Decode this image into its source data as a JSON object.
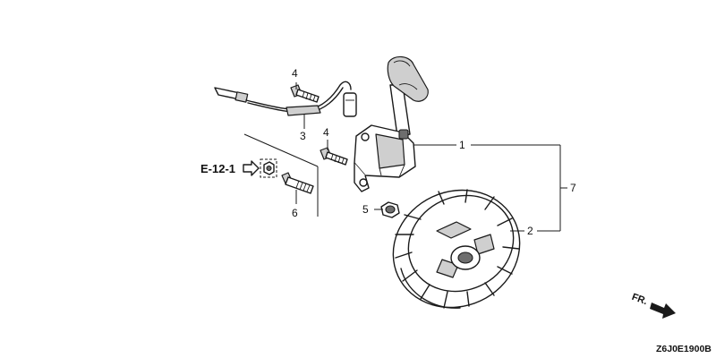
{
  "callouts": {
    "ignition_coil": "1",
    "flywheel": "2",
    "wire": "3",
    "bolt_top": "4",
    "bolt_mid": "4",
    "nut": "5",
    "stud_bolt": "6",
    "assembly": "7"
  },
  "reference": "E-12-1",
  "direction_label": "FR.",
  "diagram_code": "Z6J0E1900B"
}
